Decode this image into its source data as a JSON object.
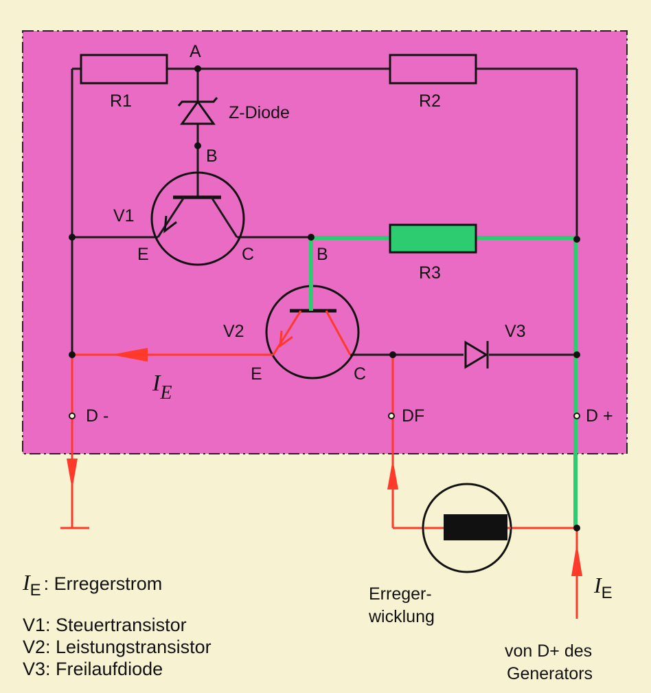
{
  "diagram": {
    "nodes": {
      "A": "A",
      "zdiode": "Z-Diode",
      "b1": "B",
      "v1": "V1",
      "e1": "E",
      "c1": "C",
      "b2": "B",
      "r1": "R1",
      "r2": "R2",
      "r3": "R3",
      "v2": "V2",
      "e2": "E",
      "c2": "C",
      "v3": "V3",
      "ie_main": "I",
      "ie_main_sub": "E",
      "d_minus": "D -",
      "df": "DF",
      "d_plus": "D +",
      "ie_right": "I",
      "ie_right_sub": "E",
      "erreger_l1": "Erreger-",
      "erreger_l2": "wicklung",
      "von_l1": "von D+ des",
      "von_l2": "Generators"
    },
    "legend": {
      "ie_symbol": "I",
      "ie_sub": "E",
      "ie_text": ": Erregerstrom",
      "v1": "V1: Steuertransistor",
      "v2": "V2: Leistungstransistor",
      "v3": "V3: Freilaufdiode"
    },
    "colors": {
      "box_fill": "#e96bc4",
      "current_path": "#ff3a2a",
      "highlight_path": "#2ecc71",
      "background": "#f7f3d2"
    }
  }
}
